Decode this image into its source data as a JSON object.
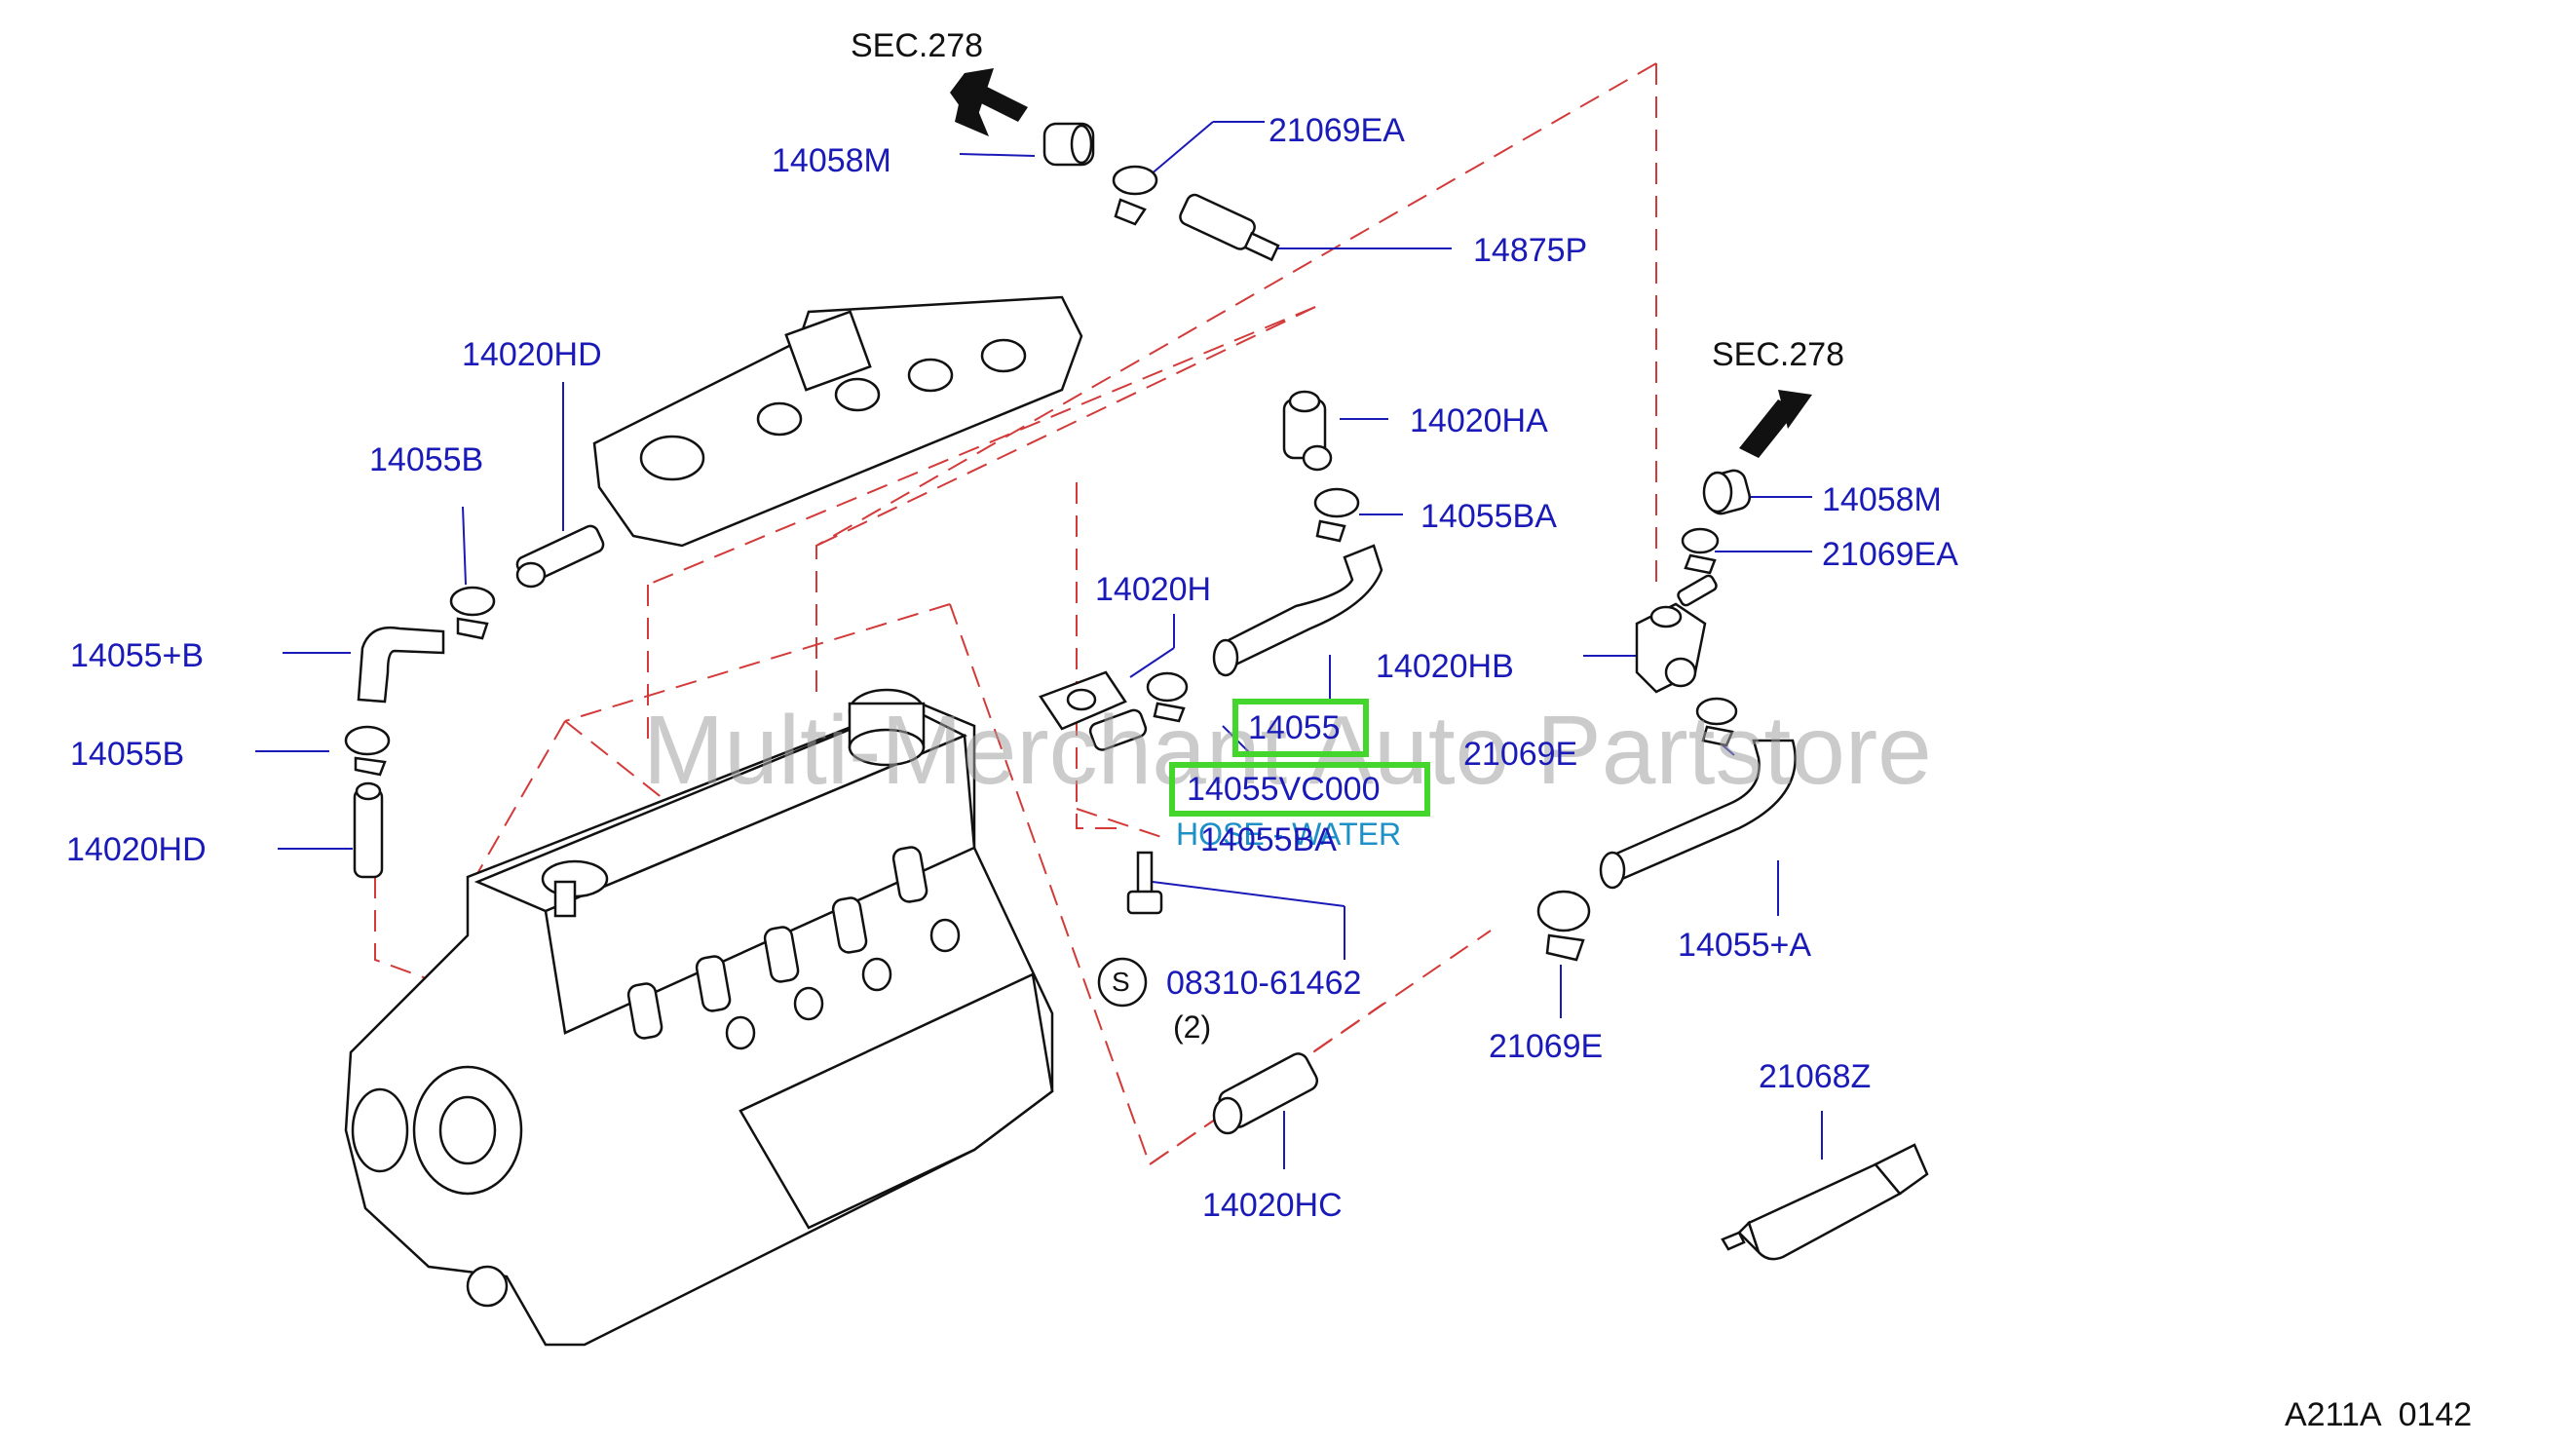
{
  "labels": {
    "sec278_top": "SEC.278",
    "sec278_right": "SEC.278",
    "p14058M_top": "14058M",
    "p21069EA_top": "21069EA",
    "p14875P": "14875P",
    "p14020HD_top": "14020HD",
    "p14055B_top": "14055B",
    "p14055pB": "14055+B",
    "p14055B_bot": "14055B",
    "p14020HD_bot": "14020HD",
    "p14020HA": "14020HA",
    "p14055BA_top": "14055BA",
    "p14020H": "14020H",
    "p14020HB": "14020HB",
    "p14055": "14055",
    "p14055VC000": "14055VC000",
    "hose_water": "HOSE - WATER",
    "p14055BA_bot": "14055BA",
    "p21069E_mid": "21069E",
    "p14058M_right": "14058M",
    "p21069EA_right": "21069EA",
    "p08310": "08310-61462",
    "s_symbol": "S",
    "qty2": "(2)",
    "p14055pA": "14055+A",
    "p21069E_bot": "21069E",
    "p21068Z": "21068Z",
    "p14020HC": "14020HC",
    "diagram_code": "A211A  0142"
  },
  "watermark": "Multi-Merchant Auto Partstore",
  "colors": {
    "label": "#1a1ab8",
    "dashed_line": "#d33a3a",
    "highlight": "#44d62c",
    "watermark": "#a0a0a0"
  }
}
